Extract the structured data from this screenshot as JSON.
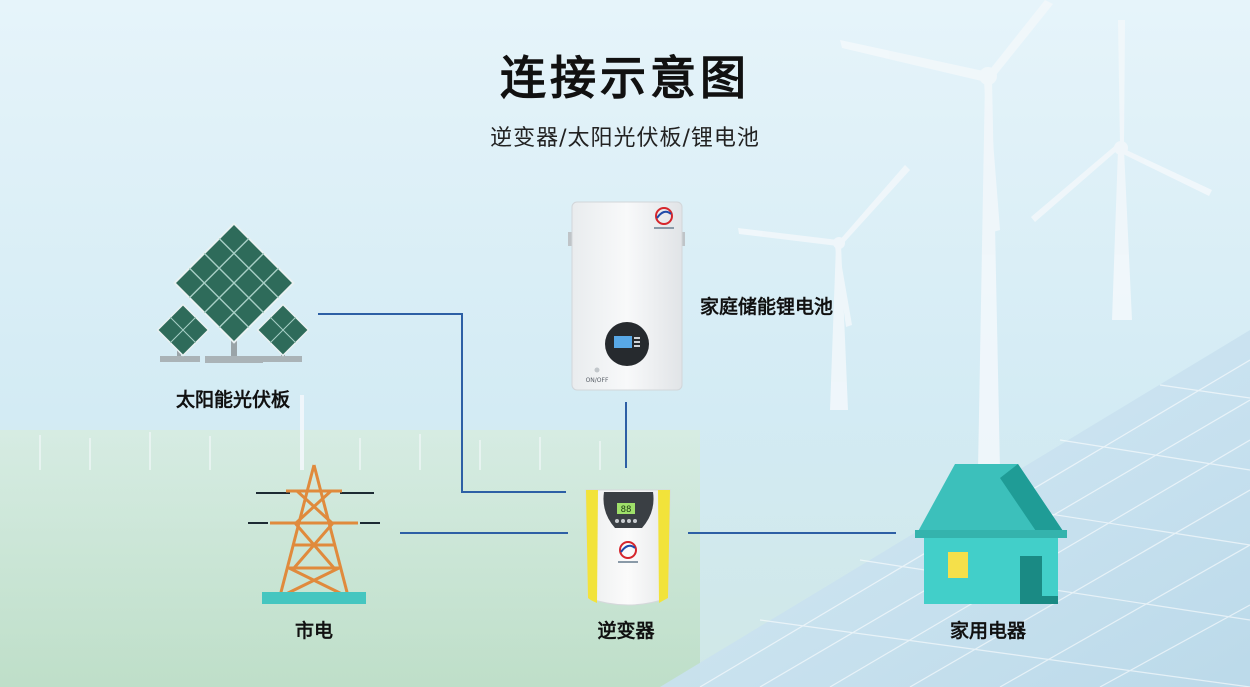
{
  "diagram": {
    "title": "连接示意图",
    "subtitle": "逆变器/太阳光伏板/锂电池",
    "nodes": {
      "solar": "太阳能光伏板",
      "battery": "家庭储能锂电池",
      "grid": "市电",
      "inverter": "逆变器",
      "home": "家用电器"
    },
    "inverter_display": "88",
    "battery_switch_label": "ON/OFF"
  },
  "colors": {
    "connector": "#2d5fa5",
    "house_roof": "#3cc0bb",
    "house_roof_dark": "#1f9c96",
    "house_wall": "#42cfc9",
    "house_door": "#1a8a84",
    "house_window": "#f5e04a",
    "tower": "#e08a3c",
    "tower_base": "#45c6c0",
    "inverter_accent": "#f2e33a",
    "solar_panel": "#2e6b5a"
  }
}
